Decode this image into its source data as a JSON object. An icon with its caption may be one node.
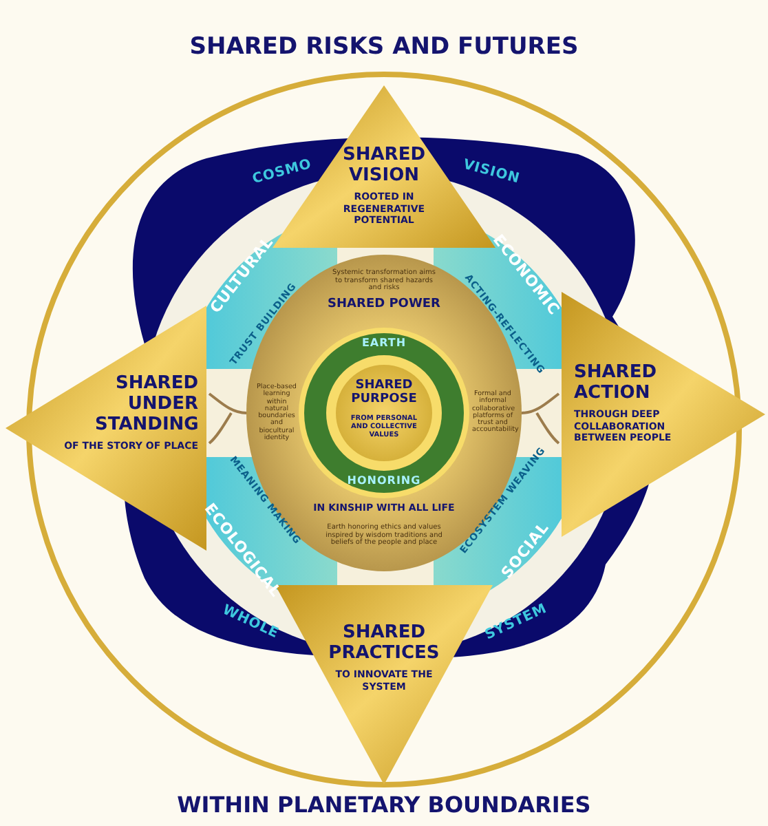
{
  "diagram": {
    "title": "SHARED RISKS AND FUTURES",
    "caption": "WITHIN PLANETARY BOUNDARIES",
    "nodes": [
      {
        "text": [
          "SHARED VISION",
          "ROOTED IN REGENERATIVE POTENTIAL"
        ]
      },
      {
        "text": [
          "SHARED UNDER STANDING",
          "OF THE STORY OF PLACE"
        ]
      },
      {
        "text": [
          "SHARED ACTION",
          "THROUGH DEEP COLLABORATION BETWEEN PEOPLE"
        ]
      },
      {
        "text": [
          "SHARED PRACTICES",
          "TO INNOVATE THE SYSTEM"
        ]
      },
      {
        "text": [
          "SHARED POWER",
          "IN KINSHIP WITH ALL LIFE"
        ]
      },
      {
        "text": [
          "SHARED PURPOSE",
          "FROM PERSONAL AND COLLECTIVE VALUES"
        ],
        "in": 4
      }
    ],
    "edges": [],
    "labels": [
      "COSMO",
      "VISION",
      "CULTURAL",
      "TRUST BUILDING",
      "Systemic transformation aims to transform shared hazards and risks",
      "ACTING-REFLECTING",
      "ECONOMIC",
      "EARTH",
      "Place-based learning within natural boundaries and biocultural identity",
      "Formal and informal collaborative platforms of trust and accountability",
      "HONORING",
      "ECOLOGICAL",
      "MEANING MAKING",
      "Earth honoring ethics and values inspired by wisdom traditions and beliefs of the people and place",
      "ECOSYSTEM WEAVING",
      "SOCIAL",
      "WHOLE",
      "SYSTEM"
    ]
  }
}
